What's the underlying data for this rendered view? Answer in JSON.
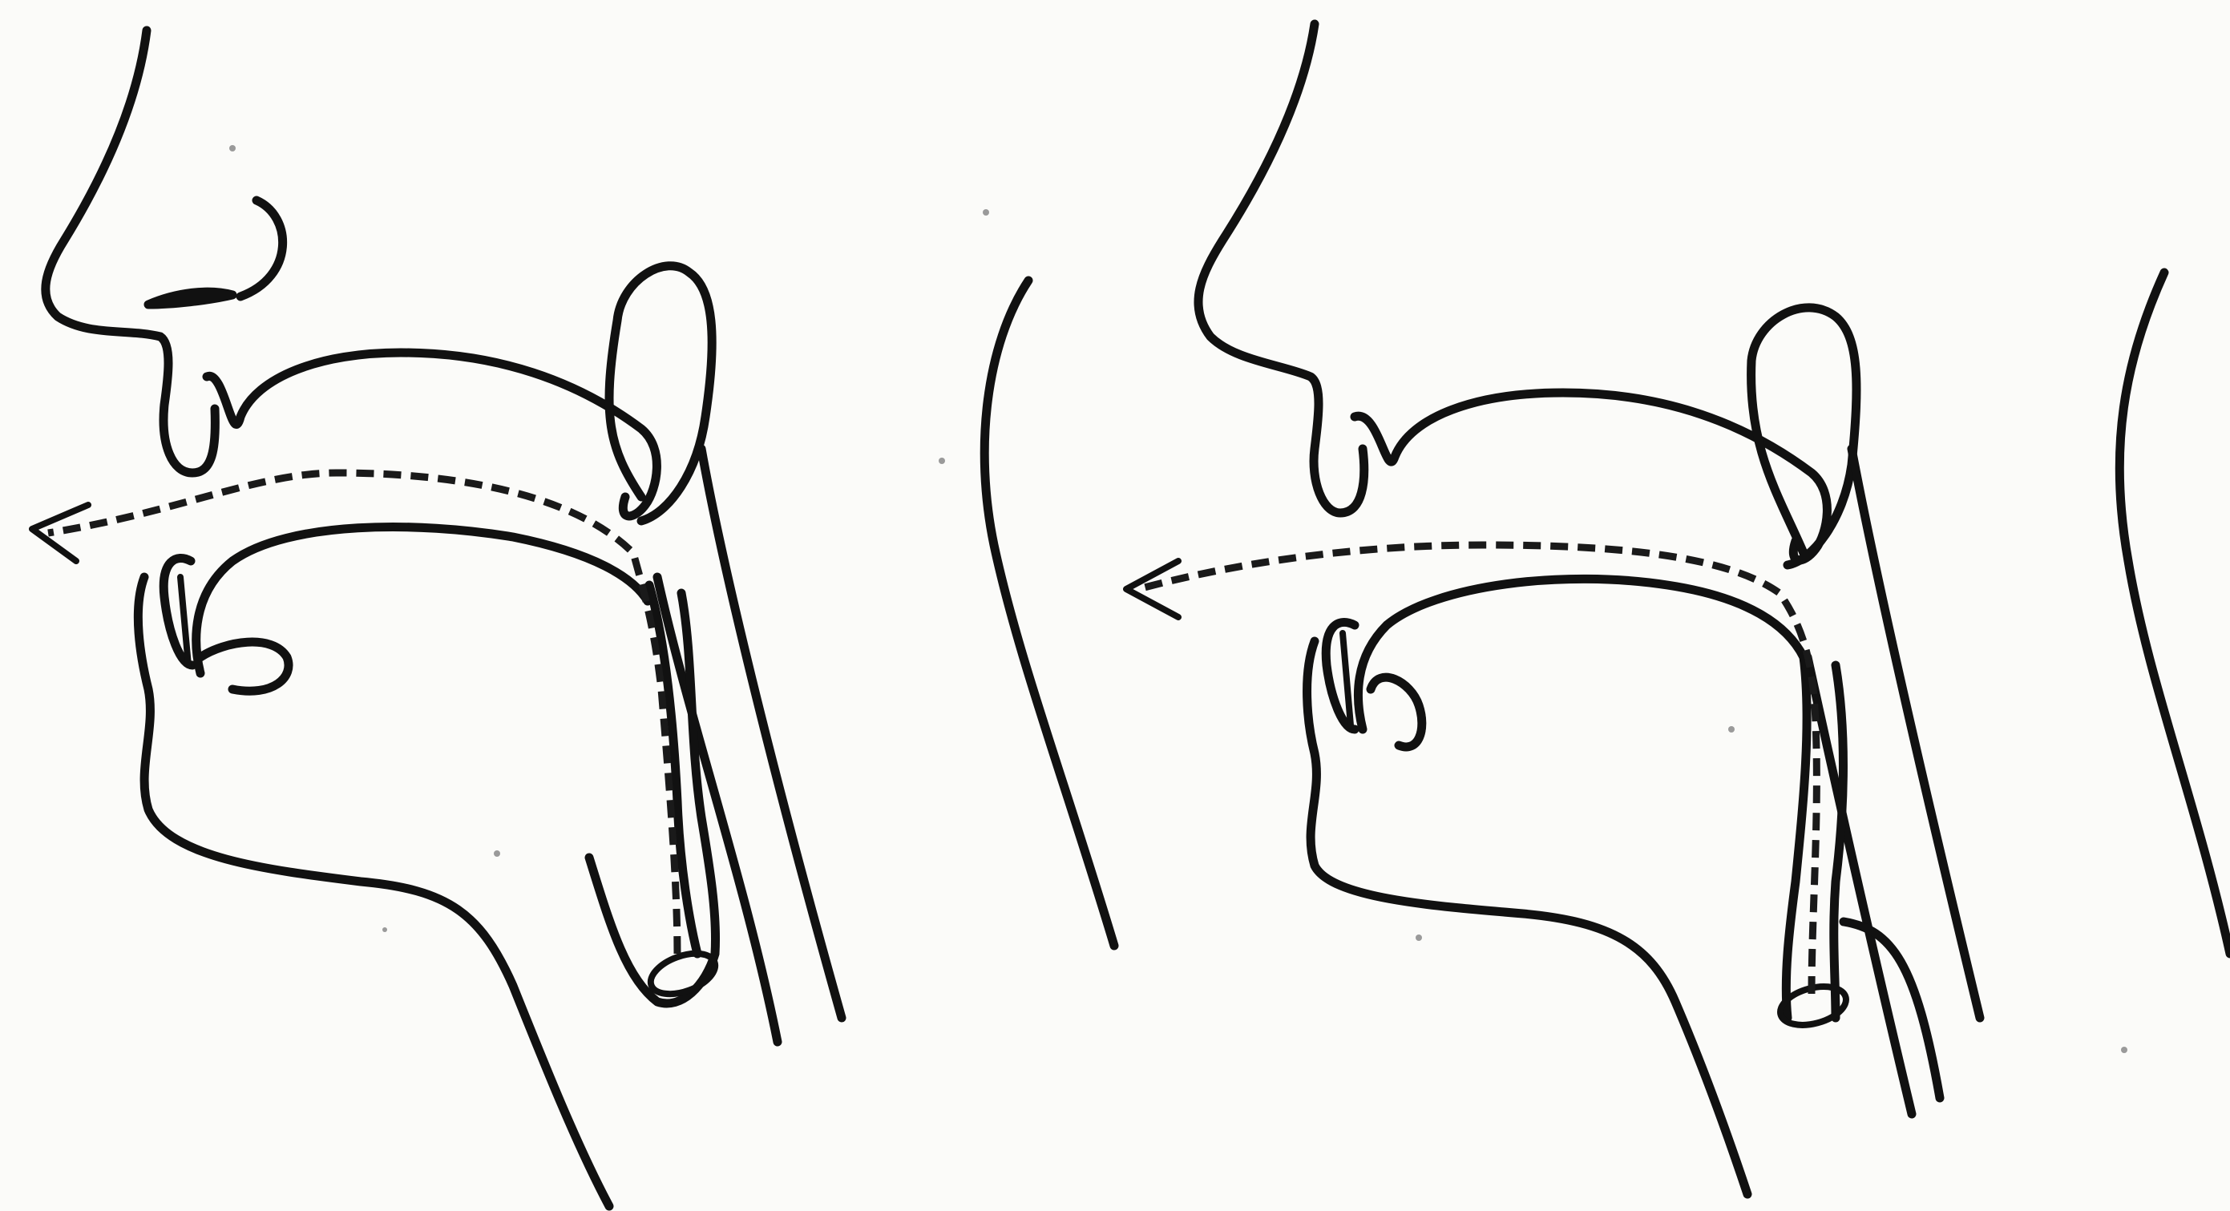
{
  "figure": {
    "panels": [
      {
        "id": "left",
        "arrow_direction": "left"
      },
      {
        "id": "right",
        "arrow_direction": "left"
      }
    ],
    "colors": {
      "ink": "#111111",
      "paper": "#fbfbf9"
    }
  }
}
